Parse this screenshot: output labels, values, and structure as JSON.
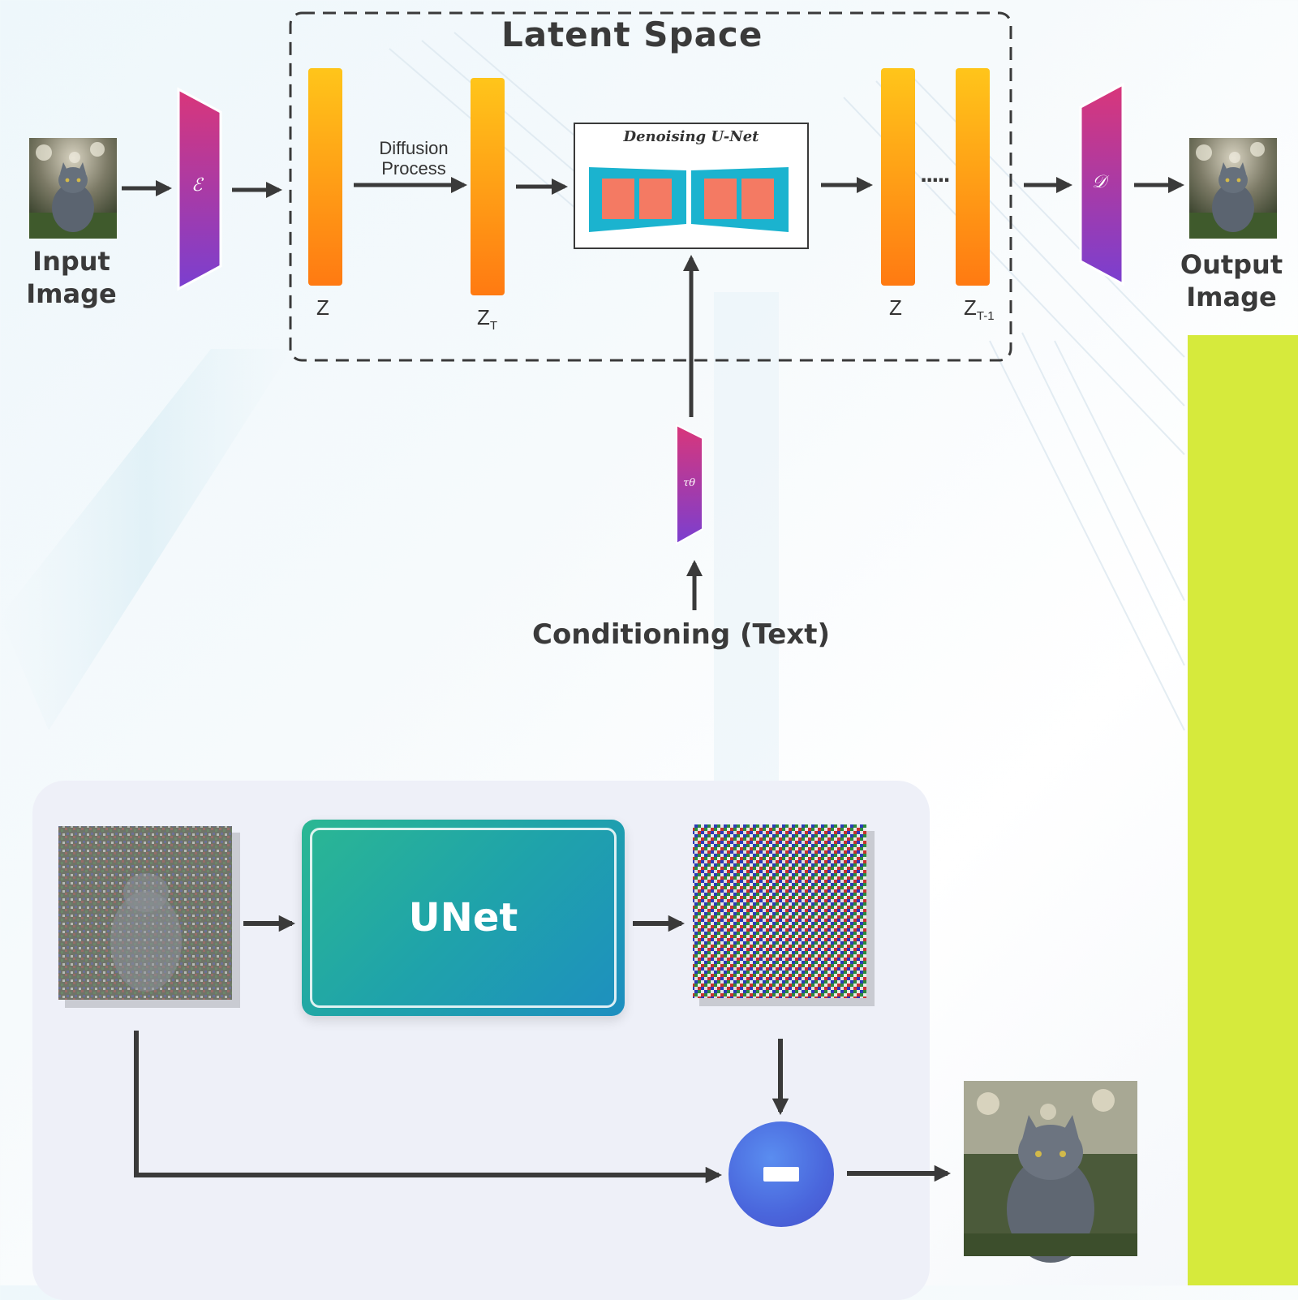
{
  "latent": {
    "title": "Latent Space",
    "diffusion_line1": "Diffusion",
    "diffusion_line2": "Process",
    "denoise_title": "Denoising U-Net",
    "encoder_symbol": "ℰ",
    "decoder_symbol": "𝒟",
    "tau_symbol": "τθ",
    "z_labels": {
      "z1": "Z",
      "zt_main": "Z",
      "zt_sub": "T",
      "z3": "Z",
      "zt1_main": "Z",
      "zt1_sub": "T-1"
    },
    "dots": "·····"
  },
  "io": {
    "input_line1": "Input",
    "input_line2": "Image",
    "output_line1": "Output",
    "output_line2": "Image"
  },
  "conditioning": {
    "label": "Conditioning (Text)"
  },
  "unet_block": {
    "label": "UNet"
  },
  "colors": {
    "latent_bar_top": "#ffc51a",
    "latent_bar_bottom": "#ff7a12",
    "coder_top": "#d9367a",
    "coder_bottom": "#7a3fd0",
    "unet_block_cyan": "#1bb3cf",
    "unet_block_coral": "#f47a63",
    "green_panel": "#d6ea3c",
    "arrow": "#3a3a3a",
    "minus_circle": "#4a66dc"
  }
}
